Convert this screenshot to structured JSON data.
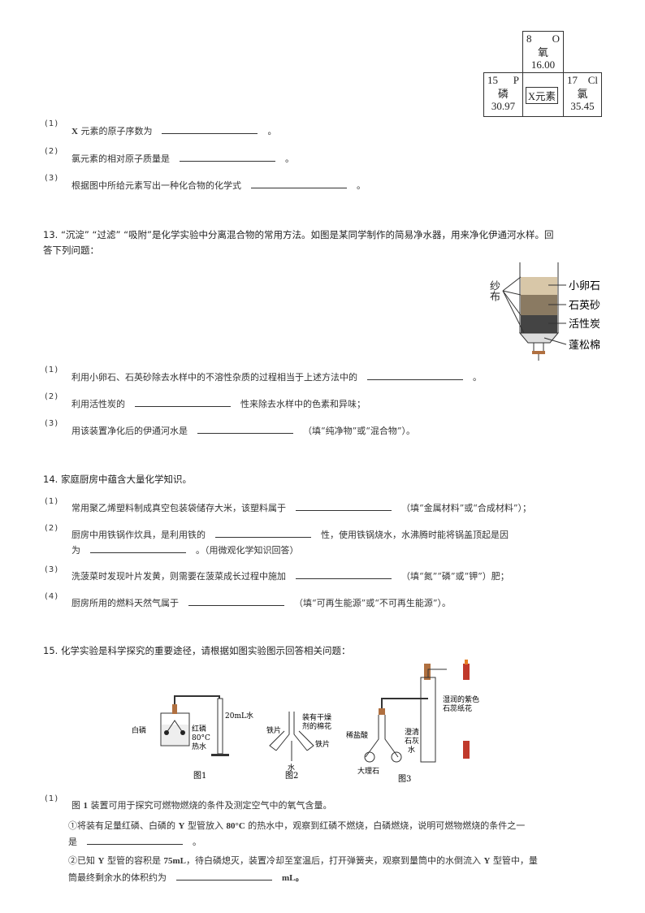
{
  "q12": {
    "table": {
      "O": {
        "number": "8",
        "symbol": "O",
        "name": "氧",
        "mass": "16.00"
      },
      "P": {
        "number": "15",
        "symbol": "P",
        "name": "磷",
        "mass": "30.97"
      },
      "X": {
        "label": "X元素"
      },
      "Cl": {
        "number": "17",
        "symbol": "Cl",
        "name": "氯",
        "mass": "35.45"
      }
    },
    "parts": [
      {
        "num": "(1)",
        "pre_bold": "X",
        "pre": " 元素的原子序数为",
        "post": "。"
      },
      {
        "num": "(2)",
        "pre": "氯元素的相对原子质量是",
        "post": "。"
      },
      {
        "num": "(3)",
        "pre": "根据图中所给元素写出一种化合物的化学式",
        "post": "。"
      }
    ]
  },
  "q13": {
    "title1": "13. “沉淀” “过滤” “吸附”是化学实验中分离混合物的常用方法。如图是某同学制作的简易净水器，用来净化伊通河水样。回",
    "title2": "答下列问题：",
    "figure": {
      "gauze": "纱布",
      "layers": [
        "小卵石",
        "石英砂",
        "活性炭",
        "蓬松棉"
      ]
    },
    "parts": [
      {
        "num": "(1)",
        "pre": "利用小卵石、石英砂除去水样中的不溶性杂质的过程相当于上述方法中的",
        "post": "。"
      },
      {
        "num": "(2)",
        "pre": "利用活性炭的",
        "post": "性来除去水样中的色素和异味；"
      },
      {
        "num": "(3)",
        "pre": "用该装置净化后的伊通河水是",
        "post": "（填“纯净物”或“混合物”）。"
      }
    ]
  },
  "q14": {
    "title": "14. 家庭厨房中蕴含大量化学知识。",
    "parts": [
      {
        "num": "(1)",
        "pre": "常用聚乙烯塑料制成真空包装袋储存大米，该塑料属于",
        "post": "（填“金属材料”或“合成材料”）；"
      },
      {
        "num": "(2)",
        "pre": "厨房中用铁锅作炊具，是利用铁的",
        "post": "性，使用铁锅烧水，水沸腾时能将锅盖顶起是因",
        "pre2": "为",
        "post2": "。（用微观化学知识回答）"
      },
      {
        "num": "(3)",
        "pre": "洗菠菜时发现叶片发黄，则需要在菠菜成长过程中施加",
        "post": "（填“氮”“磷”或“钾”）肥；"
      },
      {
        "num": "(4)",
        "pre": "厨房所用的燃料天然气属于",
        "post": "（填“可再生能源”或“不可再生能源”）。"
      }
    ]
  },
  "q15": {
    "title": "15. 化学实验是科学探究的重要途径，请根据如图实验图示回答相关问题：",
    "fig1": {
      "caption": "图1",
      "labels": [
        "白磷",
        "红磷",
        "80°C",
        "热水",
        "20mL水"
      ]
    },
    "fig2": {
      "caption": "图2",
      "labels": [
        "铁片",
        "装有干燥",
        "剂的棉花",
        "铁片",
        "水"
      ]
    },
    "fig3": {
      "caption": "图3",
      "labels": [
        "湿润的紫色",
        "石蕊纸花",
        "澄清",
        "石灰",
        "水",
        "稀盐酸",
        "大理石"
      ]
    },
    "part1": {
      "num": "(1)",
      "intro_a": "图 ",
      "intro_b": "1",
      "intro_c": " 装置可用于探究可燃物燃烧的条件及测定空气中的氧气含量。",
      "s1_a": "①将装有足量红磷、白磷的 ",
      "s1_b": "Y",
      "s1_c": " 型管放入 ",
      "s1_d": "80°C",
      "s1_e": " 的热水中，观察到红磷不燃烧，白磷燃烧，说明可燃物燃烧的条件之一",
      "s1_line2": "是",
      "s1_post": "。",
      "s2_a": "②已知 ",
      "s2_b": "Y",
      "s2_c": " 型管的容积是 ",
      "s2_d": "75mL",
      "s2_e": "，待白磷熄灭，装置冷却至室温后，打开弹簧夹，观察到量筒中的水倒流入 ",
      "s2_f": "Y",
      "s2_g": " 型管中，量",
      "s2_line2": "筒最终剩余水的体积约为",
      "s2_post": "mL。"
    }
  }
}
